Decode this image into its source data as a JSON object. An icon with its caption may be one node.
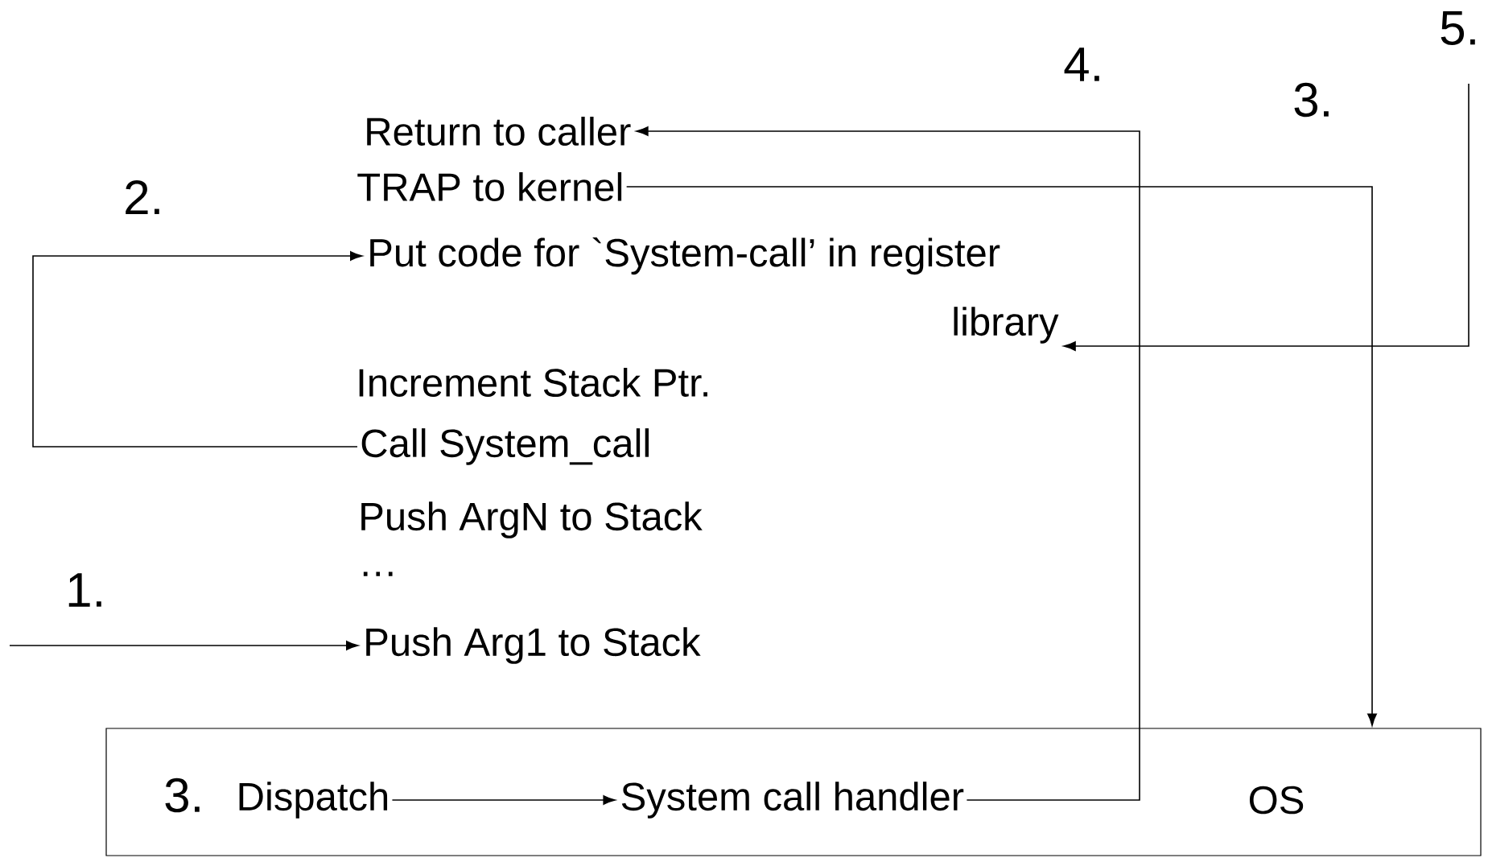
{
  "diagram": {
    "nodes": [
      {
        "text": [
          "Return to caller"
        ]
      },
      {
        "text": [
          "TRAP to kernel"
        ]
      },
      {
        "text": [
          "Put code for `System-call’ in register"
        ]
      },
      {
        "text": [
          "library"
        ]
      },
      {
        "text": [
          "Call System_call"
        ]
      },
      {
        "text": [
          "Push Arg1 to Stack"
        ]
      },
      {
        "text": [
          "OS"
        ]
      },
      {
        "text": [
          "Dispatch"
        ],
        "in": 6
      },
      {
        "text": [
          "System call handler"
        ],
        "in": 6
      }
    ],
    "edges": [
      {
        "from": null,
        "to": 5,
        "arrow": "to"
      },
      {
        "from": 4,
        "to": 2,
        "arrow": "to"
      },
      {
        "from": 1,
        "to": 6,
        "arrow": "to"
      },
      {
        "from": 8,
        "to": 0,
        "arrow": "to"
      },
      {
        "from": null,
        "to": 3,
        "arrow": "to"
      },
      {
        "from": 7,
        "to": 8,
        "arrow": "to"
      }
    ],
    "labels": [
      "5.",
      "4.",
      "3.",
      "2.",
      "Increment Stack Ptr.",
      "Push ArgN to Stack",
      "…",
      "1.",
      "3."
    ]
  }
}
